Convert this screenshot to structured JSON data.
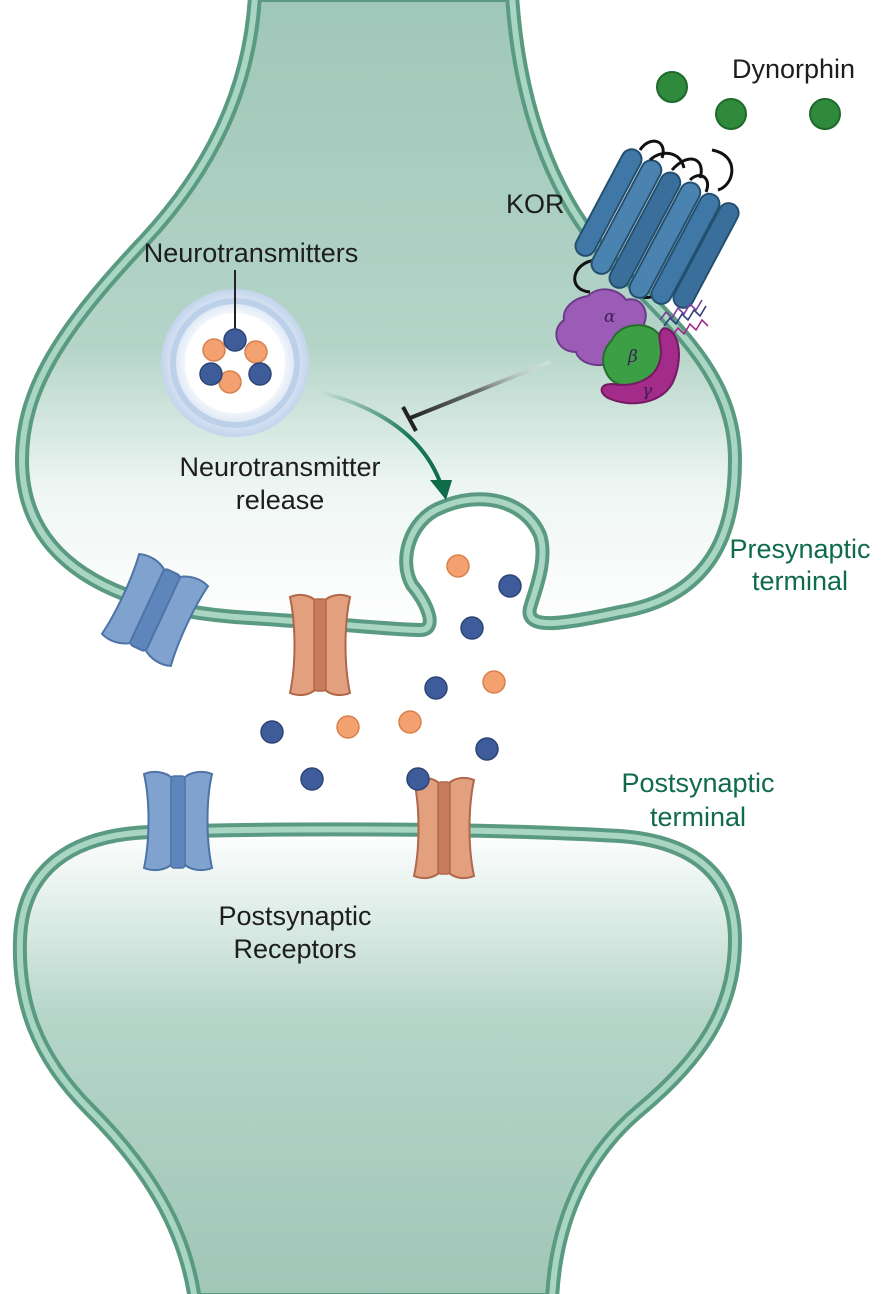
{
  "labels": {
    "dynorphin": "Dynorphin",
    "kor": "KOR",
    "neurotransmitters": "Neurotransmitters",
    "release_line1": "Neurotransmitter",
    "release_line2": "release",
    "presynaptic_line1": "Presynaptic",
    "presynaptic_line2": "terminal",
    "postsynaptic_line1": "Postsynaptic",
    "postsynaptic_line2": "terminal",
    "receptors_line1": "Postsynaptic",
    "receptors_line2": "Receptors"
  },
  "g_protein": {
    "alpha": "α",
    "beta": "β",
    "gamma": "γ"
  },
  "colors": {
    "membrane_outer": "#5d9c84",
    "membrane_inner": "#a8d3c2",
    "cytoplasm": "#a3c8bb",
    "orange_molecule": "#f3a26f",
    "blue_molecule": "#3f5c9a",
    "dynorphin": "#2f8a3c",
    "kor_receptor": "#3f78a6",
    "g_alpha": "#9b5cb8",
    "g_beta": "#3c9f45",
    "g_gamma": "#a32b8a",
    "label_green": "#0f6b4a"
  }
}
